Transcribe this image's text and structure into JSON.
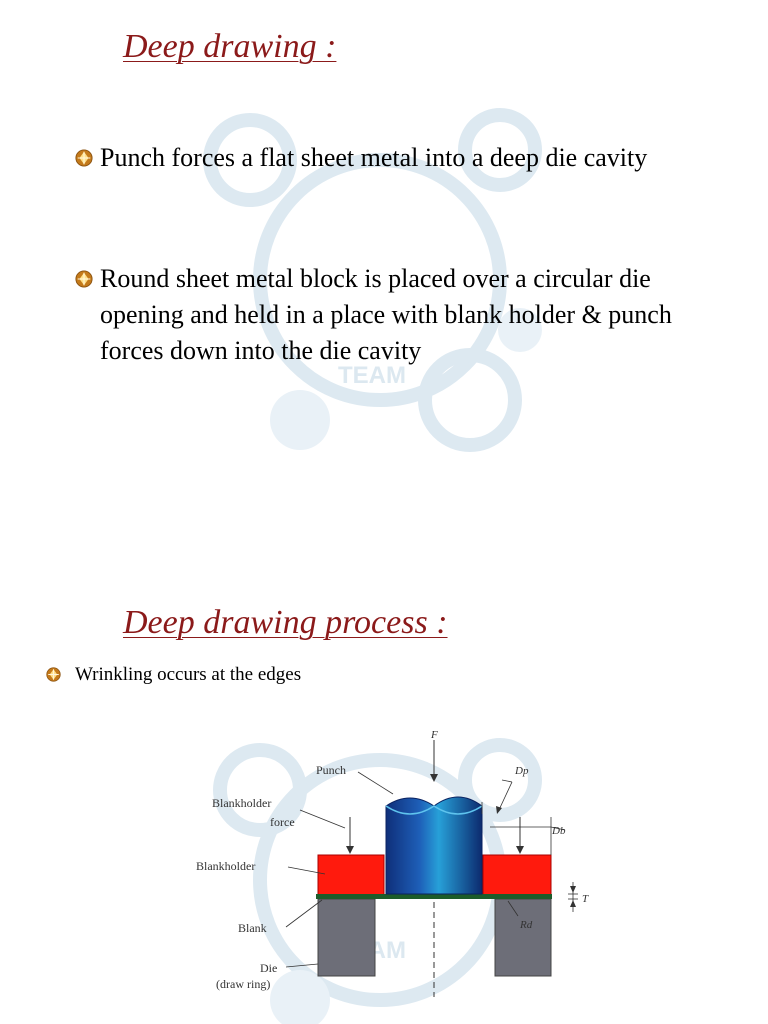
{
  "slide1": {
    "title": "Deep drawing :",
    "bullets": [
      "Punch forces a flat sheet metal into a deep die cavity",
      "Round sheet metal block is placed over a circular die opening and held in a place with blank holder & punch forces down into the die cavity"
    ]
  },
  "slide2": {
    "title": "Deep drawing process :",
    "bullets": [
      "Wrinkling occurs at the edges"
    ]
  },
  "diagram": {
    "labels": {
      "force": "F",
      "punch": "Punch",
      "blankholder_force_1": "Blankholder",
      "blankholder_force_2": "force",
      "blankholder": "Blankholder",
      "blank": "Blank",
      "die_1": "Die",
      "die_2": "(draw ring)",
      "punch_diameter": "Dp",
      "blank_diameter": "Db",
      "thickness": "T",
      "die_radius": "Rd"
    }
  },
  "watermark": {
    "text_1": "TEAM",
    "text_2": "TEAM"
  },
  "colors": {
    "heading": "#8b1a1a",
    "bullet": "#c47a1a",
    "blankholder": "#ff1a0d",
    "die": "#6d6e78",
    "punch": "#1e5fb8",
    "blank": "#1c5c2a"
  }
}
